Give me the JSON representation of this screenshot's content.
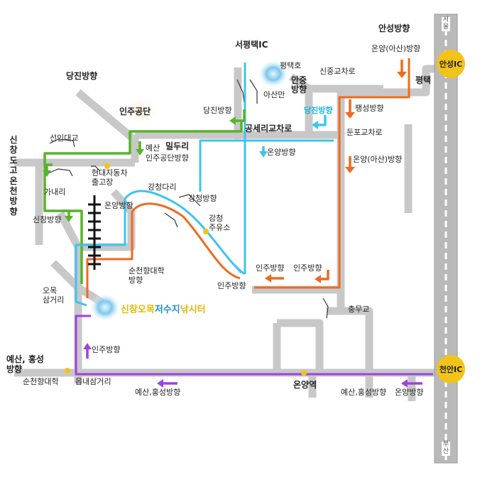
{
  "colors": {
    "road_gray": "#c8c8c8",
    "green": "#59b22b",
    "cyan": "#3ec3ee",
    "orange": "#ef6a1f",
    "purple": "#a040e0",
    "ic_yellow": "#f2c318",
    "water": "#3aa3d6"
  },
  "highway": {
    "north_tag": "서울",
    "south_tag": "부산"
  },
  "interchanges": {
    "anseong": "안성IC",
    "cheonan": "천안IC"
  },
  "destination": {
    "part1": "신창오목",
    "part2": "저수지",
    "part3": "낚시터"
  },
  "labels": {
    "anseong_dir": "안성방향",
    "onyang_asan_dir_top": "온양(아산)방향",
    "seopyeongtaek_ic": "서평택IC",
    "pyeongtaek_lake": "평택호",
    "asan_bay": "아산만",
    "anjung_dir": "안중\n방향",
    "sinjung_junction": "신중교차로",
    "pyeongtaek": "평택",
    "dangjin_dir_top": "당진방향",
    "dangjin_dir_cyan": "당진방향",
    "dangjin_dir_green": "당진방향",
    "inju_industrial": "인주공단",
    "paengseong_dir": "팽성방향",
    "gongsaeri_junction": "공세리교차로",
    "dunpo_junction": "둔포교차로",
    "sinchang_dogo_oncheon_dir": "신창도고온천방향",
    "seonin_bridge": "선인대교",
    "yesan_prefix": "예산",
    "mildurie": "밀두리",
    "inju_industrial_dir": "인주공단방향",
    "onyang_dir_cyan": "온양방향",
    "onyang_asan_dir_mid": "온양(아산)방향",
    "hyundai_depot": "현대자동차\n출고장",
    "ganae_ri": "가내리",
    "gangcheong_bridge": "강청다리",
    "gangcheong_dir": "강청방향",
    "onyang_dir_rail": "온양방향",
    "sinchang_dir": "신창방향",
    "gangcheong_gas": "강청\n주유소",
    "soonchunhyang_dir": "순천향대학\n방향",
    "inju_dir_1": "인주방향",
    "inju_dir_2": "인주방향",
    "inju_dir_3": "인주방향",
    "omok_junction": "오목\n삼거리",
    "chungmugyo": "충무교",
    "inju_dir_purple": "인주방향",
    "yesan_hongseong_dir_left": "예산, 홍성\n방향",
    "soonchunhyang_univ": "순천향대학",
    "eumnae_junction": "읍내삼거리",
    "yesan_hongseong_dir_1": "예산,홍성방향",
    "onyang_station": "온양역",
    "yesan_hongseong_dir_2": "예산,홍성방향",
    "onyang_dir_bottom": "온양방향"
  }
}
